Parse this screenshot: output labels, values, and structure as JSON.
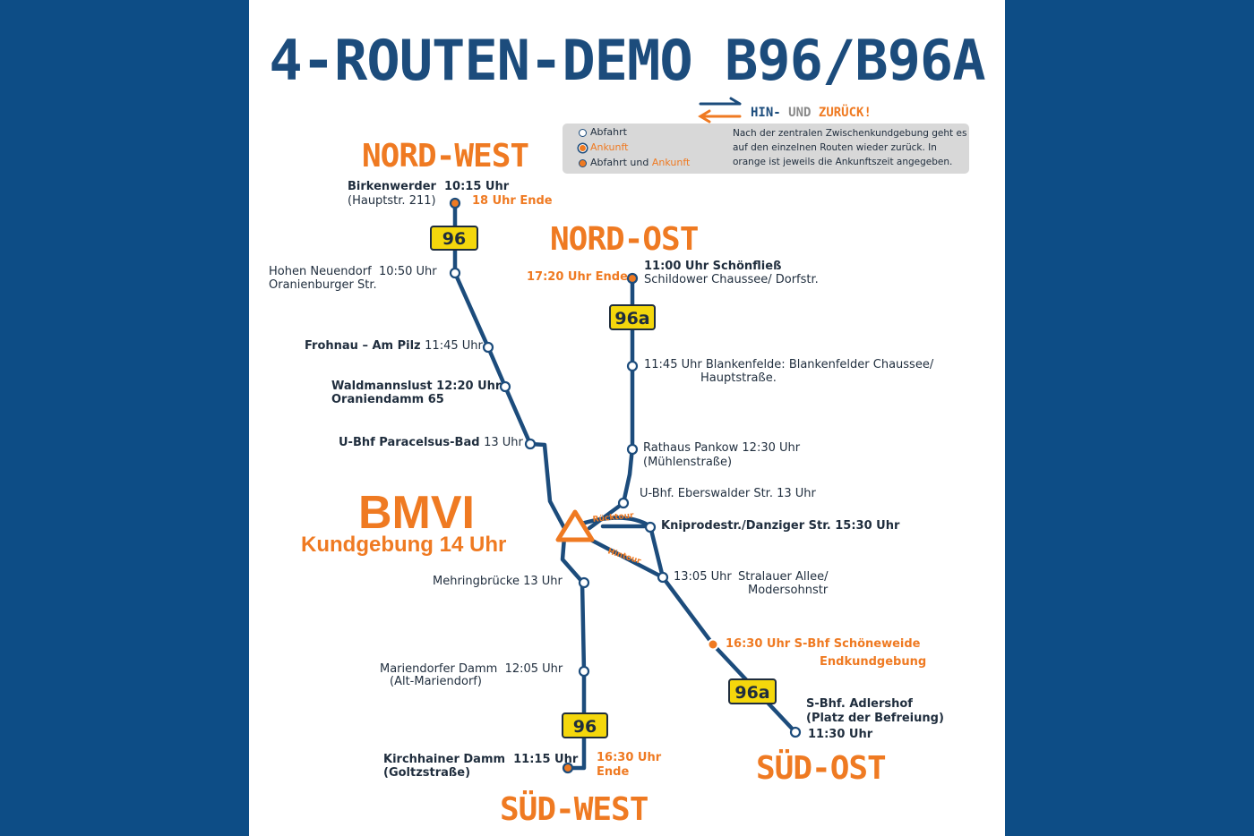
{
  "title": "4-ROUTEN-DEMO B96/B96A",
  "colors": {
    "background": "#0d4d86",
    "route_line": "#1c4c7c",
    "accent_orange": "#ef7a22",
    "road_sign_yellow": "#f4d70c",
    "legend_bg": "#d8d8d8"
  },
  "hin_und_zurueck": {
    "hin": "HIN-",
    "und": "UND",
    "zurueck": "ZURÜCK!",
    "icon": "two-way-arrows-icon"
  },
  "legend": {
    "abfahrt": "Abfahrt",
    "ankunft": "Ankunft",
    "beides_prefix": "Abfahrt und",
    "beides_suffix": "Ankunft",
    "note": "Nach der zentralen Zwischenkundgebung geht es auf den einzelnen Routen wieder zurück. In orange ist jeweils die Ankunftszeit angegeben."
  },
  "regions": {
    "nord_west": "NORD-WEST",
    "nord_ost": "NORD-OST",
    "sued_west": "SÜD-WEST",
    "sued_ost": "SÜD-OST"
  },
  "center": {
    "name": "BMVI",
    "subtitle": "Kundgebung 14 Uhr",
    "ruecktour": "Rücktour",
    "hintour": "Hintour"
  },
  "road_signs": {
    "nw": "96",
    "no": "96a",
    "sw": "96",
    "so": "96a"
  },
  "stops": {
    "nw": {
      "birkenwerder": "Birkenwerder",
      "birkenwerder_time": "10:15 Uhr",
      "birkenwerder_addr": "(Hauptstr. 211)",
      "birkenwerder_end": "18 Uhr Ende",
      "hohen_neuendorf": "Hohen Neuendorf",
      "hohen_neuendorf_time": "10:50 Uhr",
      "hohen_neuendorf_addr": "Oranienburger Str.",
      "frohnau": "Frohnau – Am Pilz",
      "frohnau_time": "11:45 Uhr",
      "waldmannslust": "Waldmannslust 12:20 Uhr",
      "waldmannslust_addr": "Oraniendamm 65",
      "paracelsus": "U-Bhf Paracelsus-Bad",
      "paracelsus_time": "13 Uhr"
    },
    "no": {
      "schoenfliess": "11:00 Uhr Schönfließ",
      "schoenfliess_addr": "Schildower Chaussee/ Dorfstr.",
      "schoenfliess_end": "17:20 Uhr Ende",
      "blankenfelde_line1": "11:45 Uhr Blankenfelde: Blankenfelder Chaussee/",
      "blankenfelde_line2": "Hauptstraße.",
      "pankow": "Rathaus Pankow 12:30 Uhr",
      "pankow_addr": "(Mühlenstraße)",
      "eberswalder": "U-Bhf. Eberswalder  Str. 13 Uhr",
      "kniprode": "Kniprodestr./Danziger Str. 15:30 Uhr"
    },
    "sw": {
      "mehringbruecke": "Mehringbrücke 13 Uhr",
      "mariendorf": "Mariendorfer Damm",
      "mariendorf_time": "12:05 Uhr",
      "mariendorf_addr": "(Alt-Mariendorf)",
      "kirchhain": "Kirchhainer Damm",
      "kirchhain_time": "11:15 Uhr",
      "kirchhain_addr": "(Goltzstraße)",
      "kirchhain_end1": "16:30 Uhr",
      "kirchhain_end2": "Ende"
    },
    "so": {
      "stralau_time": "13:05 Uhr",
      "stralau": "Stralauer Allee/",
      "stralau_addr": "Modersohnstr",
      "schoeneweide": "16:30 Uhr  S-Bhf Schöneweide",
      "schoeneweide_note": "Endkundgebung",
      "adlershof": "S-Bhf. Adlershof",
      "adlershof_addr": "(Platz der Befreiung)",
      "adlershof_time": "11:30 Uhr"
    }
  }
}
